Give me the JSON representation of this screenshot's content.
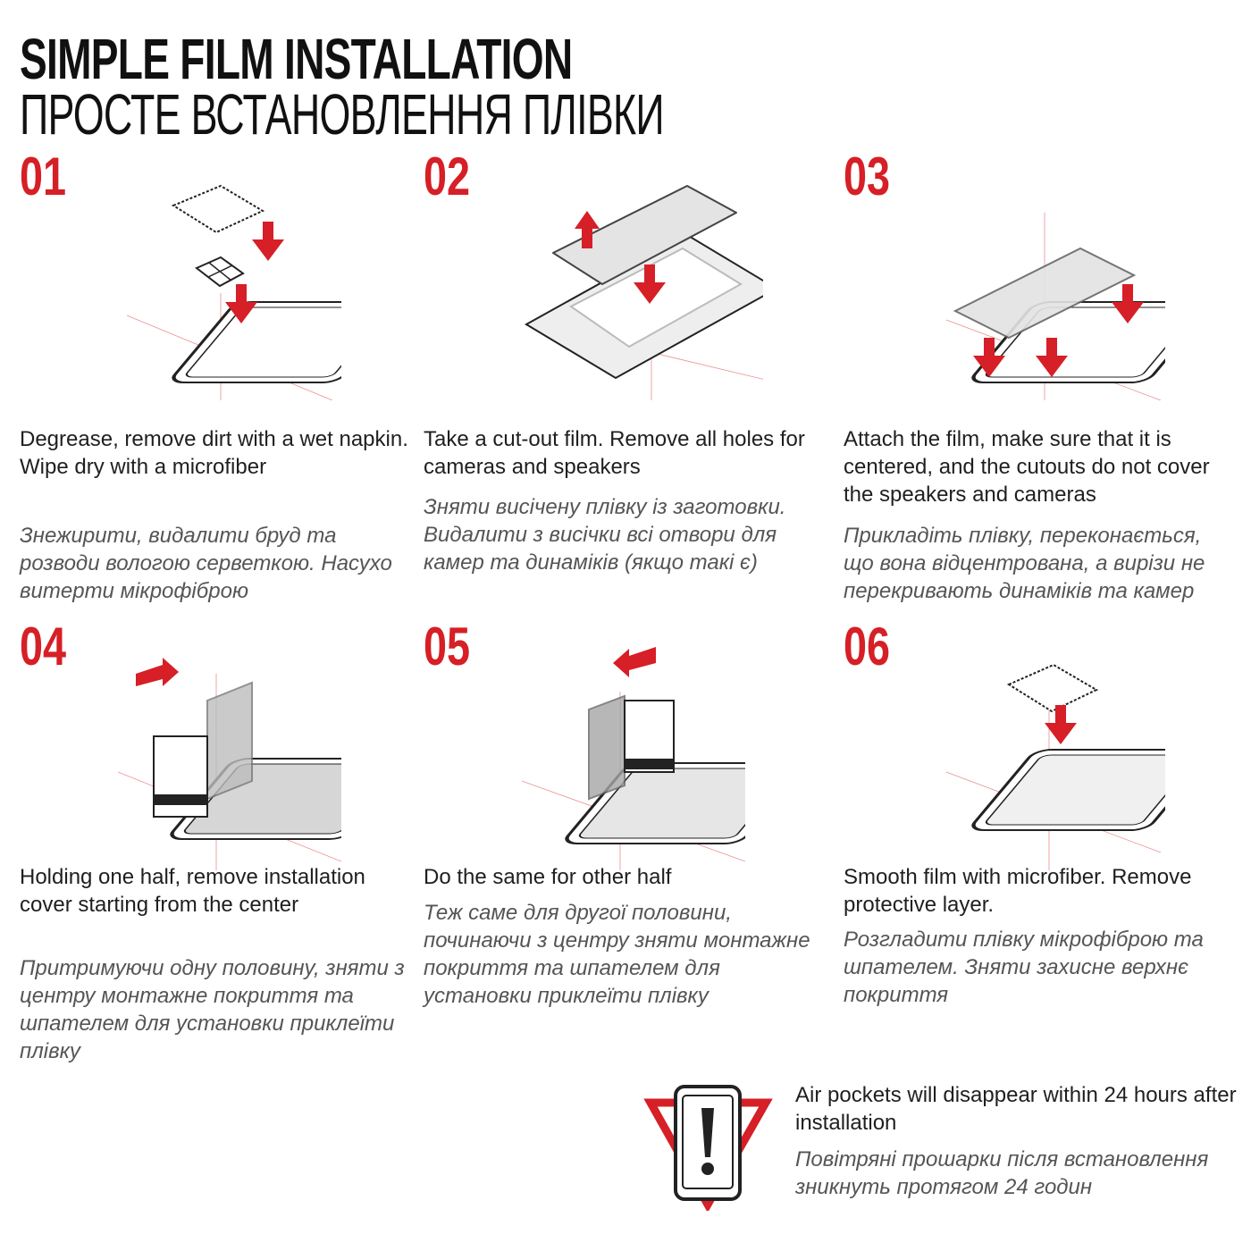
{
  "header": {
    "title_en": "SIMPLE FILM INSTALLATION",
    "title_ua": "ПРОСТЕ ВСТАНОВЛЕННЯ ПЛІВКИ"
  },
  "steps": [
    {
      "num": "01",
      "en": "Degrease, remove dirt with a wet napkin. Wipe dry with a microfiber",
      "ua": "Знежирити, видалити бруд та розводи вологою серветкою. Насухо витерти мікрофіброю"
    },
    {
      "num": "02",
      "en": "Take a cut-out film. Remove all holes for cameras and speakers",
      "ua": "Зняти висічену плівку із заготовки. Видалити з висічки всі отвори для камер та динаміків (якщо такі є)"
    },
    {
      "num": "03",
      "en": "Attach the film, make sure that it is centered, and the cutouts do not cover the speakers and cameras",
      "ua": "Прикладіть плівку, переконається, що вона відцентрована, а вирізи не перекривають динаміків та камер"
    },
    {
      "num": "04",
      "en": "Holding one half, remove installation cover starting from the center",
      "ua": "Притримуючи одну половину, зняти з центру монтажне покриття та шпателем для установки приклеїти плівку"
    },
    {
      "num": "05",
      "en": "Do the same for other half",
      "ua": "Теж саме для другої половини, починаючи з центру зняти монтажне покриття та шпателем для установки приклеїти плівку"
    },
    {
      "num": "06",
      "en": "Smooth film with microfiber. Remove protective layer.",
      "ua": "Розгладити плівку мікрофіброю та шпателем. Зняти захисне верхнє покриття"
    }
  ],
  "warning": {
    "en": "Air pockets will disappear within 24 hours after installation",
    "ua": "Повітряні прошарки після встановлення зникнуть протягом 24 годин",
    "icon": "warning-triangle-phone-icon"
  },
  "colors": {
    "accent": "#d61f26",
    "text": "#1f1f1f",
    "muted": "#555555"
  }
}
